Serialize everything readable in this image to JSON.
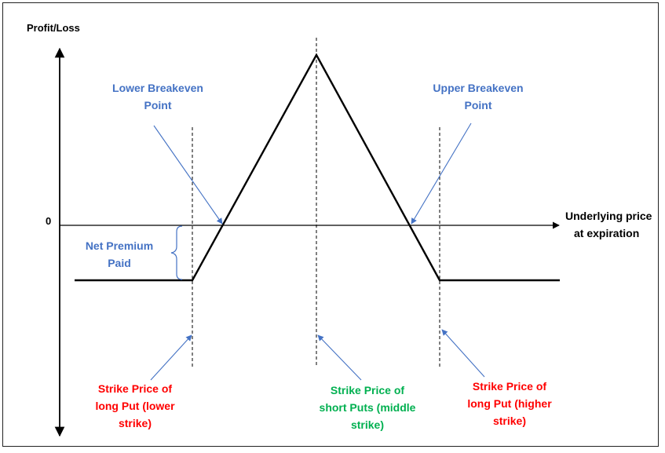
{
  "axes": {
    "y_label": "Profit/Loss",
    "zero_label": "0",
    "x_label_line1": "Underlying price",
    "x_label_line2": "at expiration"
  },
  "annotations": {
    "lower_breakeven": [
      "Lower Breakeven",
      "Point"
    ],
    "upper_breakeven": [
      "Upper Breakeven",
      "Point"
    ],
    "net_premium": [
      "Net Premium",
      "Paid"
    ],
    "lower_strike": [
      "Strike Price of",
      "long Put (lower",
      "strike)"
    ],
    "middle_strike": [
      "Strike Price of",
      "short Puts (middle",
      "strike)"
    ],
    "higher_strike": [
      "Strike Price of",
      "long Put (higher",
      "strike)"
    ]
  },
  "colors": {
    "annotation_blue": "#4472C4",
    "long_put_red": "#FF0000",
    "short_put_green": "#00B050",
    "payoff_line": "#000000"
  }
}
